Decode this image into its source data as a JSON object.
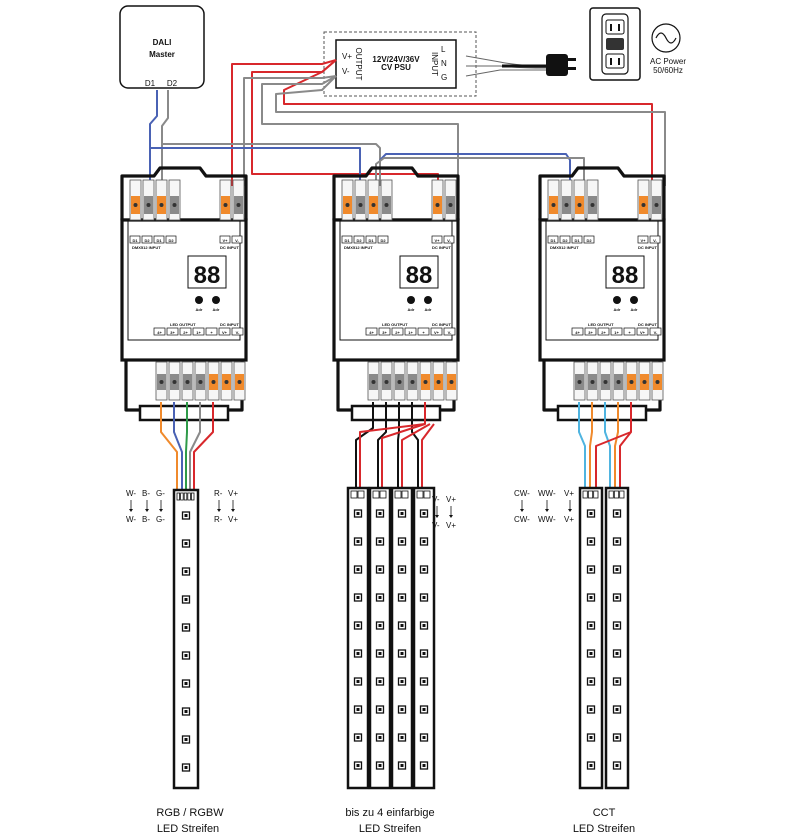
{
  "dali_master": {
    "title": "DALI\nMaster",
    "pins": [
      "D1",
      "D2"
    ]
  },
  "psu": {
    "title_line1": "12V/24V/36V",
    "title_line2": "CV PSU",
    "output_label": "OUTPUT",
    "input_label": "INPUT",
    "out_pins": [
      "V+",
      "V-"
    ],
    "in_pins": [
      "L",
      "N",
      "G"
    ]
  },
  "ac_power": {
    "line1": "AC Power",
    "line2": "50/60Hz"
  },
  "controller": {
    "top_terminals": [
      "D1",
      "D2",
      "D1",
      "D2"
    ],
    "top_power": [
      "V+",
      "V-"
    ],
    "input_label": "DMX512 INPUT",
    "dc_input_top": "DC INPUT",
    "display": "88",
    "button_labels": [
      "Adr",
      "Adr"
    ],
    "led_output_label": "LED OUTPUT",
    "dc_input_bottom": "DC INPUT",
    "bottom_terminals": [
      "4+",
      "3+",
      "2+",
      "1+",
      "+",
      "V+",
      "V-"
    ]
  },
  "strip_labels": {
    "rgb": {
      "top": [
        "W-",
        "B-",
        "G-"
      ],
      "bottom": [
        "W-",
        "B-",
        "G-"
      ],
      "right_top": [
        "R-",
        "V+"
      ],
      "right_bottom": [
        "R-",
        "V+"
      ]
    },
    "mono": {
      "top": [
        "V-",
        "V+"
      ],
      "bottom": [
        "V-",
        "V+"
      ]
    },
    "cct": {
      "top": [
        "CW-",
        "WW-",
        "V+"
      ],
      "bottom": [
        "CW-",
        "WW-",
        "V+"
      ]
    }
  },
  "captions": [
    {
      "line1": "RGB / RGBW",
      "line2": "LED Streifen"
    },
    {
      "line1": "bis zu 4 einfarbige",
      "line2": "LED Streifen"
    },
    {
      "line1": "CCT",
      "line2": "LED Streifen"
    }
  ],
  "colors": {
    "red": "#d8282c",
    "blue": "#4a62b4",
    "orange": "#f08a2c",
    "green": "#2e9a48",
    "cyan": "#4fb4e0",
    "gray": "#8a8a8a"
  }
}
